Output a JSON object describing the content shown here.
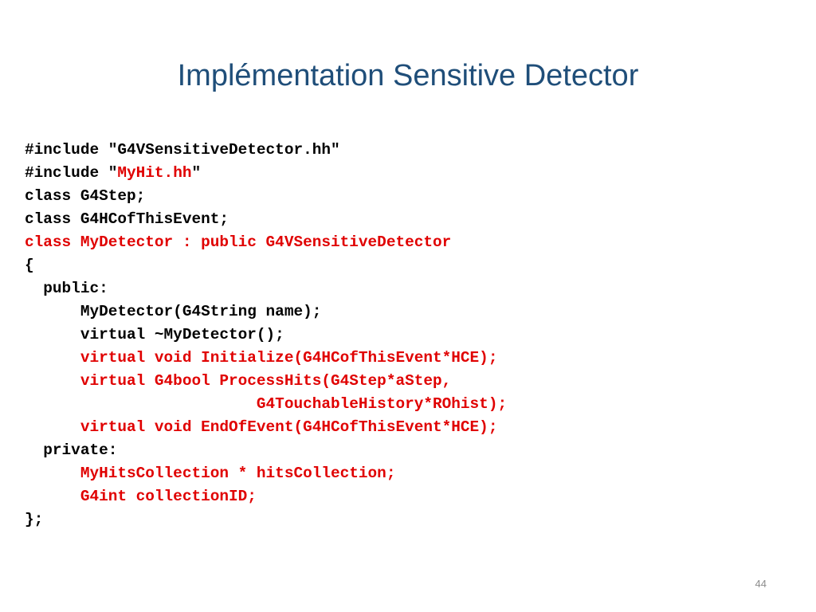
{
  "slide": {
    "title": "Implémentation Sensitive Detector",
    "page_number": "44"
  },
  "colors": {
    "title": "#1f4e79",
    "code_default": "#000000",
    "code_highlight": "#e00000",
    "page_number": "#8c8c8c"
  },
  "code_lines": [
    [
      {
        "text": "#include \"G4VSensitiveDetector.hh\"",
        "color": "black"
      }
    ],
    [
      {
        "text": "#include \"",
        "color": "black"
      },
      {
        "text": "MyHit.hh",
        "color": "red"
      },
      {
        "text": "\"",
        "color": "black"
      }
    ],
    [
      {
        "text": "class G4Step;",
        "color": "black"
      }
    ],
    [
      {
        "text": "class G4HCofThisEvent;",
        "color": "black"
      }
    ],
    [
      {
        "text": "class MyDetector : public G4VSensitiveDetector",
        "color": "red"
      }
    ],
    [
      {
        "text": "{",
        "color": "black"
      }
    ],
    [
      {
        "text": "  public:",
        "color": "black"
      }
    ],
    [
      {
        "text": "      MyDetector(G4String name);",
        "color": "black"
      }
    ],
    [
      {
        "text": "      virtual ~MyDetector();",
        "color": "black"
      }
    ],
    [
      {
        "text": "      virtual void Initialize(G4HCofThisEvent*HCE);",
        "color": "red"
      }
    ],
    [
      {
        "text": "      virtual G4bool ProcessHits(G4Step*aStep,",
        "color": "red"
      }
    ],
    [
      {
        "text": "                         G4TouchableHistory*ROhist);",
        "color": "red"
      }
    ],
    [
      {
        "text": "      virtual void EndOfEvent(G4HCofThisEvent*HCE);",
        "color": "red"
      }
    ],
    [
      {
        "text": "  private:",
        "color": "black"
      }
    ],
    [
      {
        "text": "      MyHitsCollection * hitsCollection;",
        "color": "red"
      }
    ],
    [
      {
        "text": "      G4int collectionID;",
        "color": "red"
      }
    ],
    [
      {
        "text": "};",
        "color": "black"
      }
    ]
  ]
}
